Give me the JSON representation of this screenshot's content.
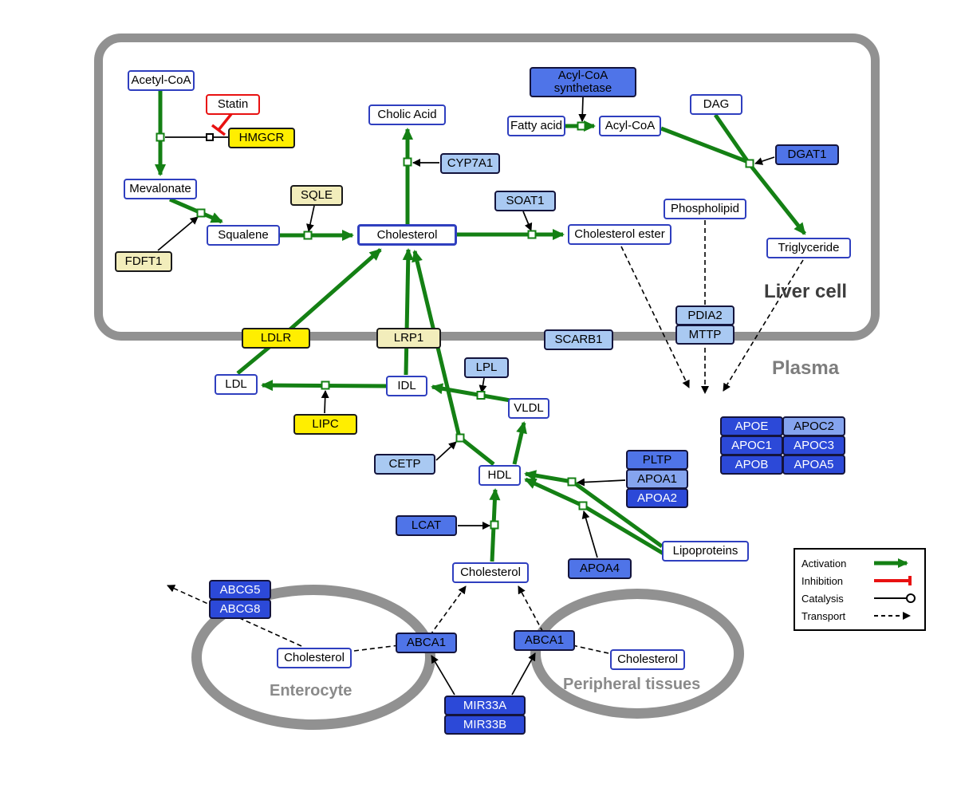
{
  "compartments": {
    "liver_cell": "Liver cell",
    "plasma": "Plasma",
    "enterocyte": "Enterocyte",
    "peripheral_tissues": "Peripheral tissues"
  },
  "legend": {
    "activation": "Activation",
    "inhibition": "Inhibition",
    "catalysis": "Catalysis",
    "transport": "Transport"
  },
  "colors": {
    "activation_green": "#148014",
    "inhibition_red": "#e81111",
    "membrane_gray": "#919191",
    "metabolite_border_blue": "#2f3fbf",
    "gene_yellow": "#ffee00",
    "gene_pale_yellow": "#f2edbb",
    "gene_light_blue": "#a9c9f2",
    "gene_blue": "#4f74e8",
    "gene_dark_blue": "#2c49d8"
  },
  "nodes": {
    "acetyl_coa": {
      "label": "Acetyl-CoA"
    },
    "statin": {
      "label": "Statin"
    },
    "hmgcr": {
      "label": "HMGCR"
    },
    "mevalonate": {
      "label": "Mevalonate"
    },
    "fdft1": {
      "label": "FDFT1"
    },
    "squalene": {
      "label": "Squalene"
    },
    "sqle": {
      "label": "SQLE"
    },
    "cholic_acid": {
      "label": "Cholic Acid"
    },
    "cyp7a1": {
      "label": "CYP7A1"
    },
    "cholesterol_liver": {
      "label": "Cholesterol"
    },
    "soat1": {
      "label": "SOAT1"
    },
    "cholesterol_ester": {
      "label": "Cholesterol ester"
    },
    "acyl_coa_synthetase": {
      "label": "Acyl-CoA synthetase"
    },
    "fatty_acid": {
      "label": "Fatty acid"
    },
    "acyl_coa": {
      "label": "Acyl-CoA"
    },
    "dag": {
      "label": "DAG"
    },
    "dgat1": {
      "label": "DGAT1"
    },
    "phospholipid": {
      "label": "Phospholipid"
    },
    "triglyceride": {
      "label": "Triglyceride"
    },
    "pdia2": {
      "label": "PDIA2"
    },
    "mttp": {
      "label": "MTTP"
    },
    "ldlr": {
      "label": "LDLR"
    },
    "lrp1": {
      "label": "LRP1"
    },
    "scarb1": {
      "label": "SCARB1"
    },
    "ldl": {
      "label": "LDL"
    },
    "idl": {
      "label": "IDL"
    },
    "lpl": {
      "label": "LPL"
    },
    "vldl": {
      "label": "VLDL"
    },
    "lipc": {
      "label": "LIPC"
    },
    "cetp": {
      "label": "CETP"
    },
    "hdl": {
      "label": "HDL"
    },
    "lcat": {
      "label": "LCAT"
    },
    "pltp": {
      "label": "PLTP"
    },
    "apoa1": {
      "label": "APOA1"
    },
    "apoa2": {
      "label": "APOA2"
    },
    "apoe": {
      "label": "APOE"
    },
    "apoc2": {
      "label": "APOC2"
    },
    "apoc1": {
      "label": "APOC1"
    },
    "apoc3": {
      "label": "APOC3"
    },
    "apob": {
      "label": "APOB"
    },
    "apoa5": {
      "label": "APOA5"
    },
    "apoa4": {
      "label": "APOA4"
    },
    "lipoproteins": {
      "label": "Lipoproteins"
    },
    "cholesterol_plasma": {
      "label": "Cholesterol"
    },
    "abcg5": {
      "label": "ABCG5"
    },
    "abcg8": {
      "label": "ABCG8"
    },
    "cholesterol_enterocyte": {
      "label": "Cholesterol"
    },
    "abca1_enterocyte": {
      "label": "ABCA1"
    },
    "abca1_peripheral": {
      "label": "ABCA1"
    },
    "cholesterol_peripheral": {
      "label": "Cholesterol"
    },
    "mir33a": {
      "label": "MIR33A"
    },
    "mir33b": {
      "label": "MIR33B"
    }
  }
}
